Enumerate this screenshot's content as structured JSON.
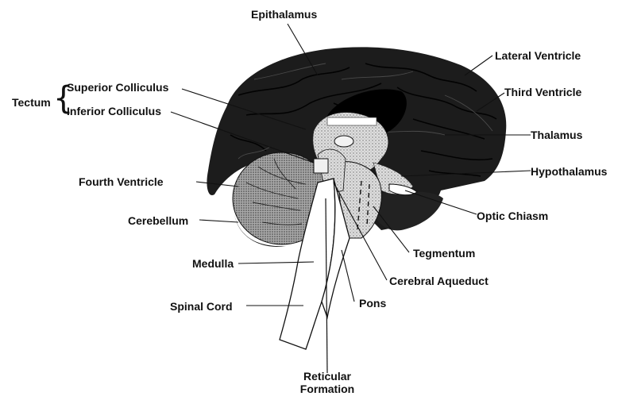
{
  "labels": {
    "epithalamus": "Epithalamus",
    "lateral_ventricle": "Lateral Ventricle",
    "third_ventricle": "Third Ventricle",
    "thalamus": "Thalamus",
    "hypothalamus": "Hypothalamus",
    "optic_chiasm": "Optic Chiasm",
    "tegmentum": "Tegmentum",
    "cerebral_aqueduct": "Cerebral Aqueduct",
    "pons": "Pons",
    "reticular_formation_line1": "Reticular",
    "reticular_formation_line2": "Formation",
    "spinal_cord": "Spinal Cord",
    "medulla": "Medulla",
    "cerebellum": "Cerebellum",
    "fourth_ventricle": "Fourth Ventricle",
    "tectum": "Tectum",
    "superior_colliculus": "Superior Colliculus",
    "inferior_colliculus": "Inferior Colliculus"
  },
  "colors": {
    "cortex": "#1a1a1a",
    "sulci": "#000000",
    "stipple_light": "#d9d9d9",
    "stipple_dark": "#9a9a9a",
    "leader_lines": "#111111"
  }
}
